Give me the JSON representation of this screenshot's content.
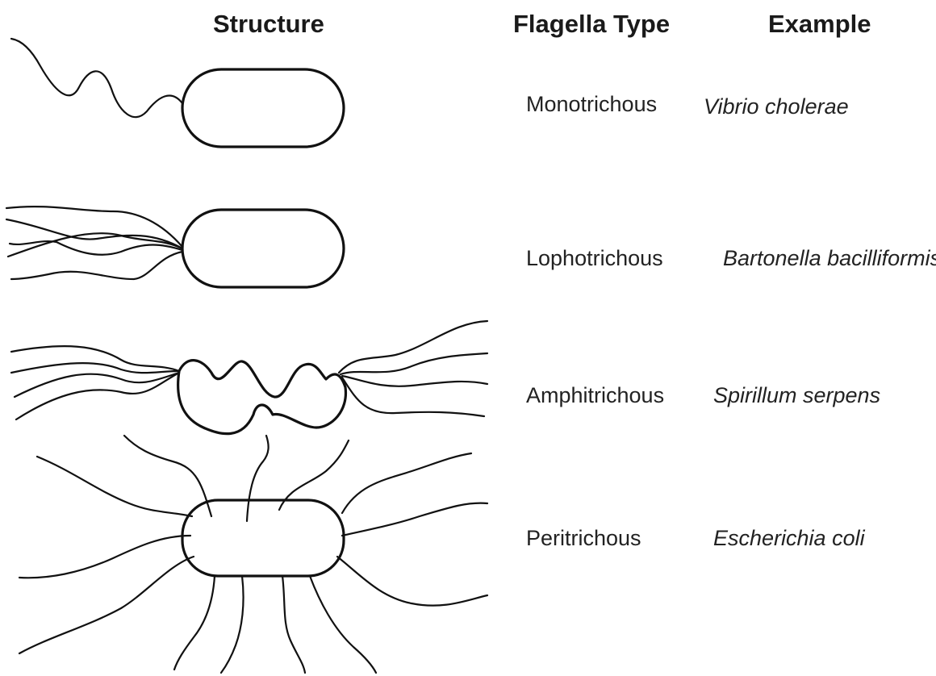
{
  "headers": {
    "structure": "Structure",
    "flagella_type": "Flagella Type",
    "example": "Example"
  },
  "rows": [
    {
      "type": "Monotrichous",
      "example": "Vibrio cholerae"
    },
    {
      "type": "Lophotrichous",
      "example": "Bartonella bacilliformis"
    },
    {
      "type": "Amphitrichous",
      "example": "Spirillum serpens"
    },
    {
      "type": "Peritrichous",
      "example": "Escherichia coli"
    }
  ]
}
